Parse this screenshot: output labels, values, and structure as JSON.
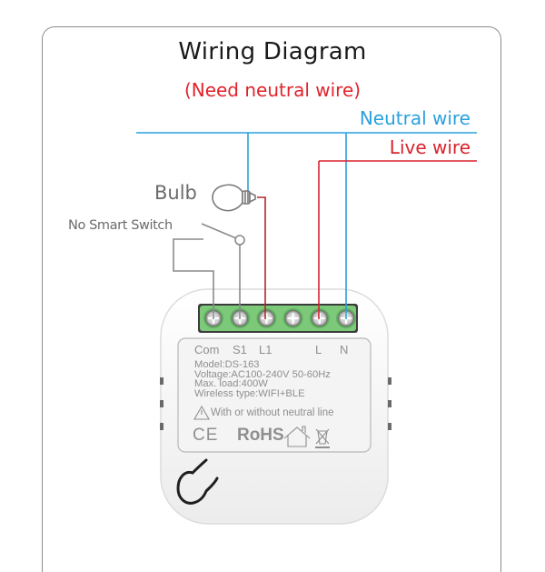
{
  "header": {
    "title": "Wiring Diagram",
    "subtitle": "(Need neutral wire)"
  },
  "wires": {
    "neutral": {
      "label": "Neutral wire",
      "color": "#2aa0dd"
    },
    "live": {
      "label": "Live wire",
      "color": "#d9232d"
    },
    "switch_color": "#8a8a8a"
  },
  "components": {
    "bulb_label": "Bulb",
    "switch_label": "No Smart Switch"
  },
  "device": {
    "terminal_color": "#7cc97a",
    "terminals": [
      "Com",
      "S1",
      "L1",
      "",
      "L",
      "N"
    ],
    "label_lines": [
      "Model:DS-163",
      "Voltage:AC100-240V  50-60Hz",
      "Max.  load:400W",
      "Wireless type:WIFI+BLE"
    ],
    "warning_text": "With or without neutral line",
    "certifications": [
      "CE",
      "RoHS"
    ],
    "icons": [
      "warning-triangle-icon",
      "house-icon",
      "weee-bin-icon",
      "hook-icon"
    ]
  }
}
